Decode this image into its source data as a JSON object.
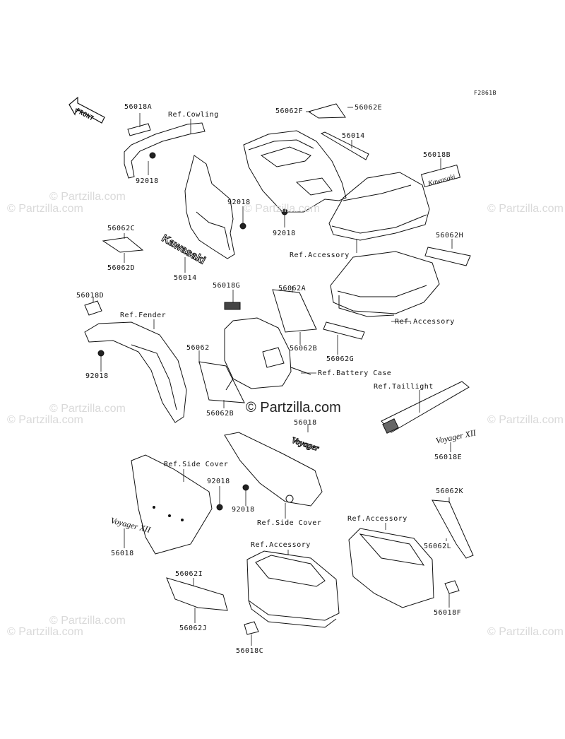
{
  "figure_code": "F2861B",
  "direction_label": "FRONT",
  "watermark": "© Partzilla.com",
  "labels": {
    "l_56018A": "56018A",
    "l_cowling": "Ref.Cowling",
    "l_56062F": "56062F",
    "l_56062E": "56062E",
    "l_56014_top": "56014",
    "l_56018B": "56018B",
    "l_92018_a": "92018",
    "l_92018_b": "92018",
    "l_92018_c": "92018",
    "l_56062C": "56062C",
    "l_56062D": "56062D",
    "l_56014_mid": "56014",
    "l_accessory_1": "Ref.Accessory",
    "l_56062H": "56062H",
    "l_56018D": "56018D",
    "l_fender": "Ref.Fender",
    "l_56018G": "56018G",
    "l_56062A": "56062A",
    "l_accessory_2": "Ref.Accessory",
    "l_92018_d": "92018",
    "l_56062": "56062",
    "l_56062B_a": "56062B",
    "l_56062G": "56062G",
    "l_battery": "Ref.Battery Case",
    "l_56062B_b": "56062B",
    "l_taillight": "Ref.Taillight",
    "l_56018": "56018",
    "l_56018E": "56018E",
    "l_side_cover_1": "Ref.Side Cover",
    "l_92018_e": "92018",
    "l_92018_f": "92018",
    "l_side_cover_2": "Ref.Side Cover",
    "l_56018_b": "56018",
    "l_56062K": "56062K",
    "l_accessory_3": "Ref.Accessory",
    "l_accessory_4": "Ref.Accessory",
    "l_56062I": "56062I",
    "l_56062L": "56062L",
    "l_56062J": "56062J",
    "l_56018F": "56018F",
    "l_56018C": "56018C"
  }
}
